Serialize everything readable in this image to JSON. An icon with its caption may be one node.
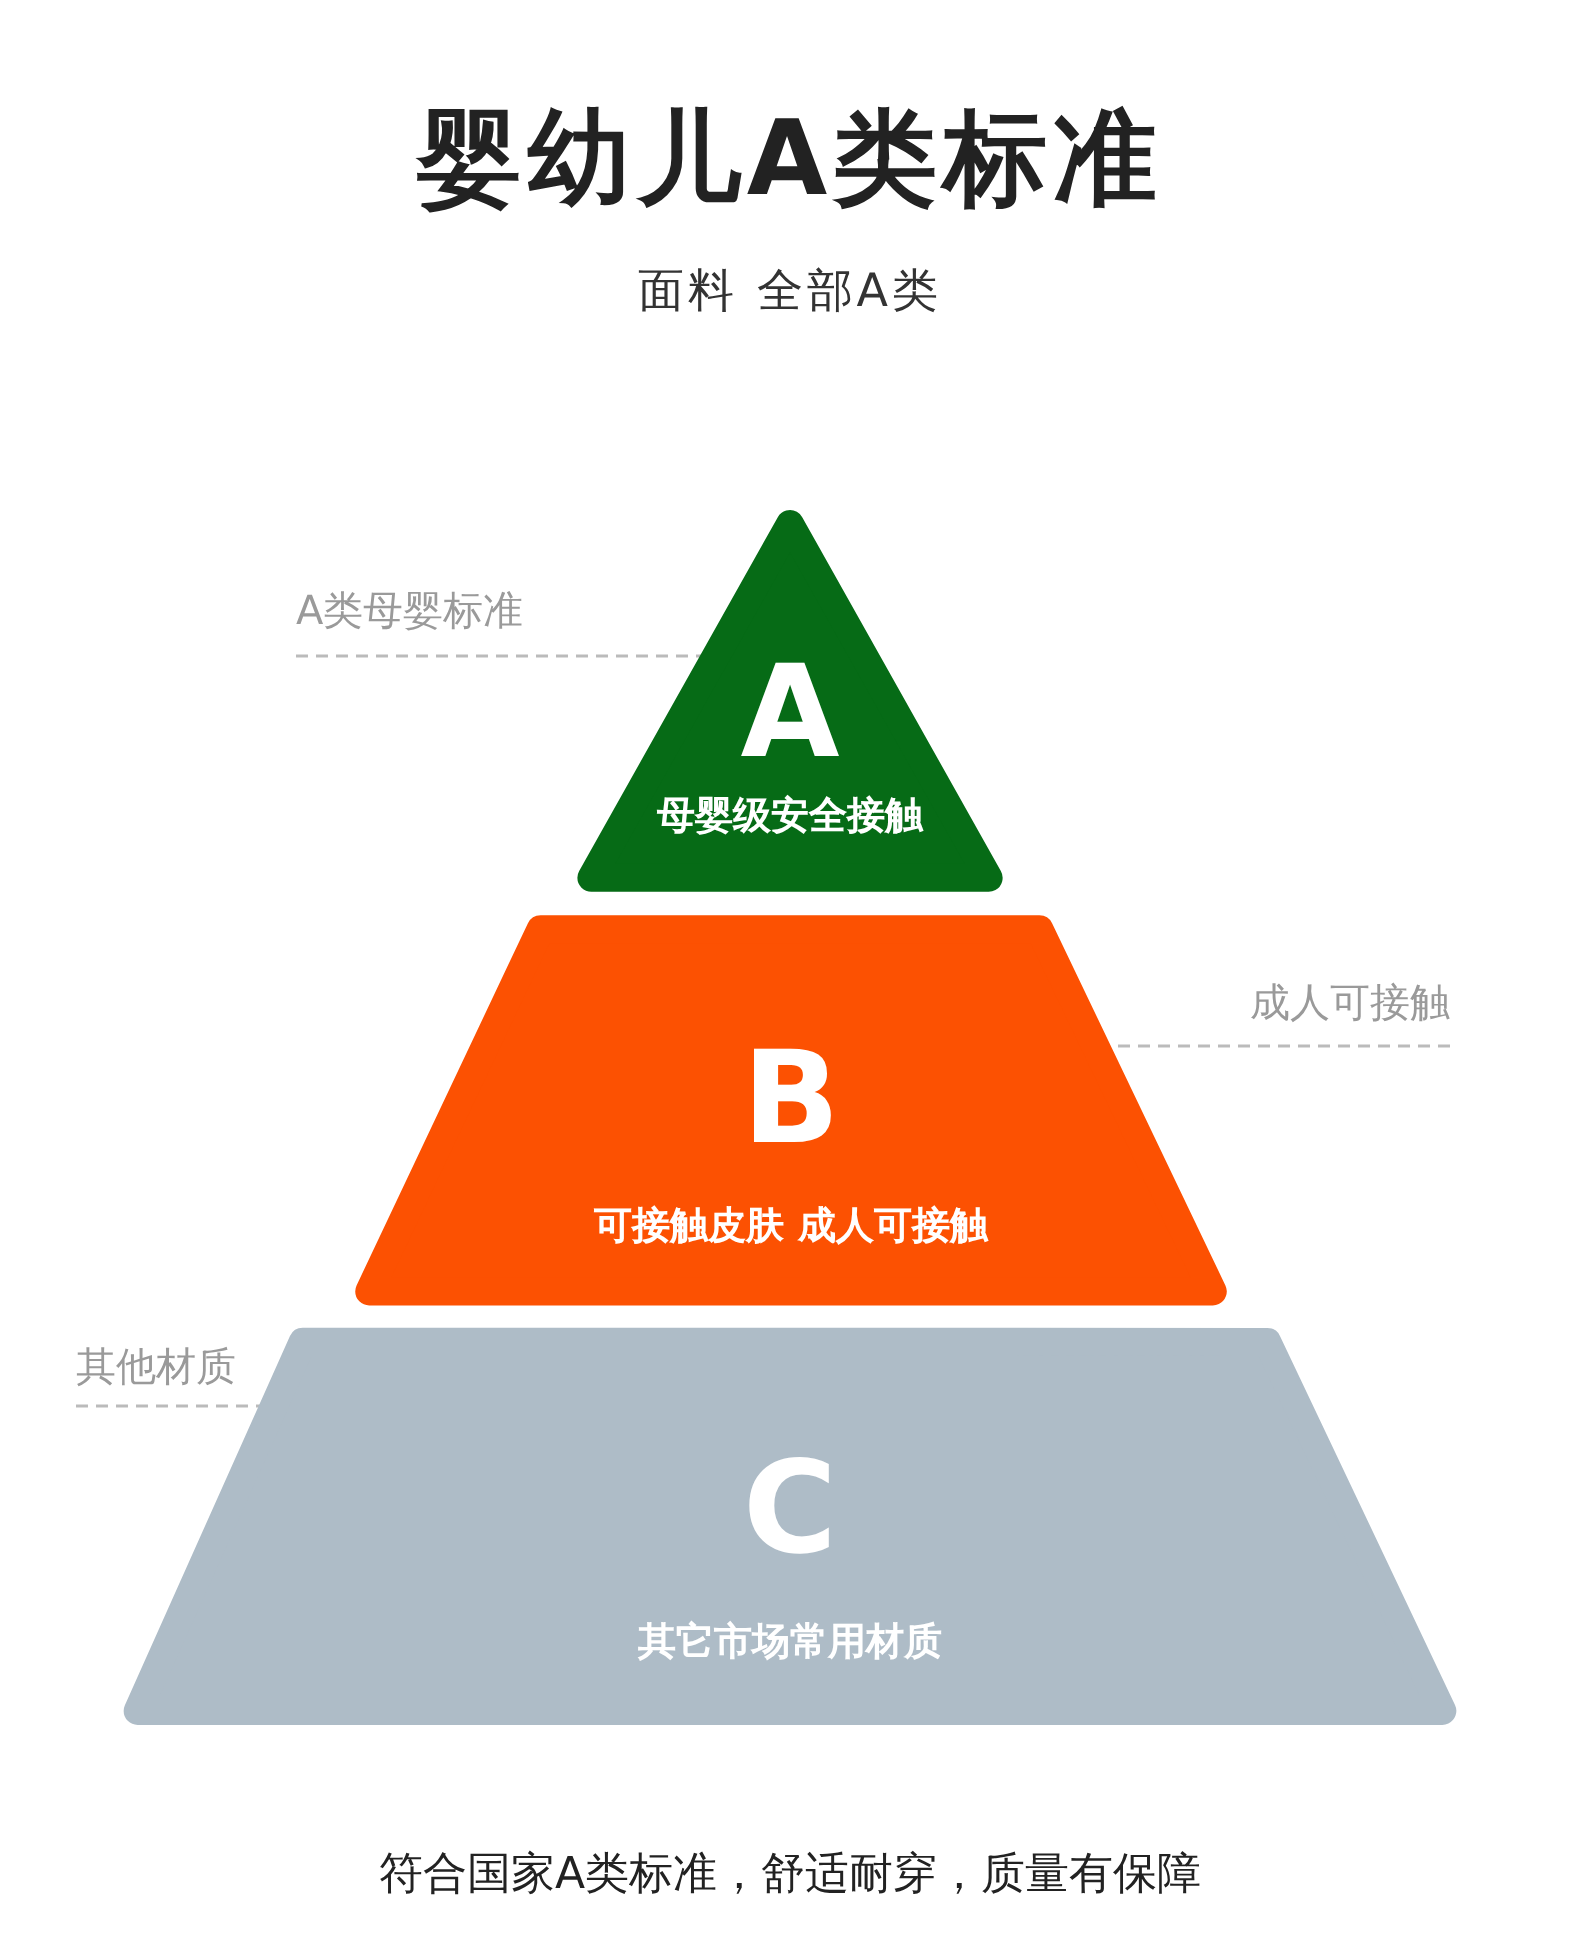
{
  "diagram": {
    "title": "婴幼儿A类标准",
    "caption": "符合国家A类标准，舒适耐穿，质量有保障",
    "nodes": [
      {
        "text": [
          "A类母婴标准"
        ]
      },
      {
        "text": [
          "A",
          "母婴级安全接触"
        ]
      },
      {
        "text": [
          "成人可接触"
        ]
      },
      {
        "text": [
          "B",
          "可接触皮肤 成人可接触"
        ]
      },
      {
        "text": [
          "其他材质"
        ]
      },
      {
        "text": [
          "C",
          "其它市场常用材质"
        ]
      }
    ],
    "edges": [
      {
        "from": 0,
        "to": 1,
        "arrow": "none",
        "style": "dashed"
      },
      {
        "from": 2,
        "to": 3,
        "arrow": "none",
        "style": "dashed"
      },
      {
        "from": 4,
        "to": 5,
        "arrow": "none",
        "style": "dashed"
      }
    ],
    "labels": [
      "面料 全部A类"
    ]
  }
}
